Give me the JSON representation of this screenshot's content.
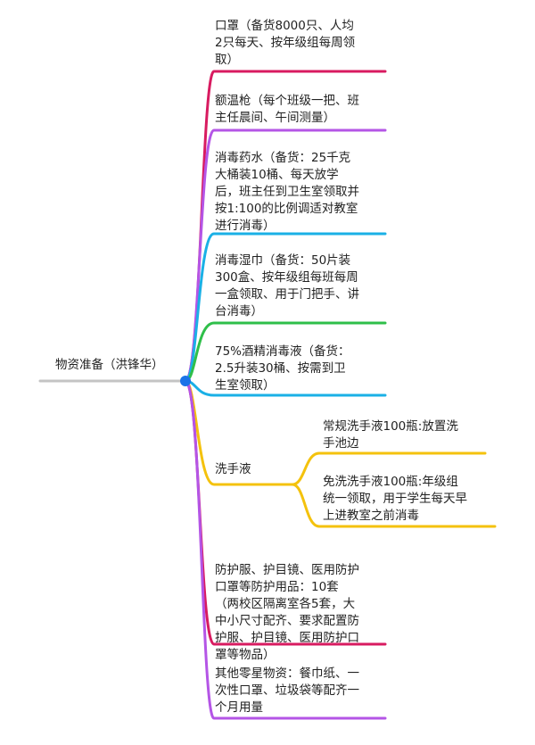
{
  "root": {
    "label": "物资准备（洪锋华）"
  },
  "branches": [
    {
      "label": "口罩（备货8000只、人均\n2只每天、按年级组每周领\n取）",
      "color": "#d81b60"
    },
    {
      "label": "额温枪（每个班级一把、班\n主任晨间、午间测量）",
      "color": "#b455e6"
    },
    {
      "label": "消毒药水（备货：25千克\n大桶装10桶、每天放学\n后，班主任到卫生室领取并\n按1:100的比例调适对教室\n进行消毒）",
      "color": "#1ab0e6"
    },
    {
      "label": "消毒湿巾（备货：50片装\n300盒、按年级组每班每周\n一盒领取、用于门把手、讲\n台消毒）",
      "color": "#2fbf4a"
    },
    {
      "label": "75%酒精消毒液（备货：\n2.5升装30桶、按需到卫\n生室领取）",
      "color": "#1ab0e6"
    },
    {
      "label": "洗手液",
      "color": "#f4c20d",
      "children": [
        {
          "label": "常规洗手液100瓶:放置洗\n手池边"
        },
        {
          "label": "免洗洗手液100瓶:年级组\n统一领取，用于学生每天早\n上进教室之前消毒"
        }
      ]
    },
    {
      "label": "防护服、护目镜、医用防护\n口罩等防护用品：10套\n（两校区隔离室各5套，大\n中小尺寸配齐、要求配置防\n护服、护目镜、医用防护口\n罩等物品）",
      "color": "#d81b60"
    },
    {
      "label": "其他零星物资：餐巾纸、一\n次性口罩、垃圾袋等配齐一\n个月用量",
      "color": "#b455e6"
    }
  ],
  "colors": {
    "root_line": "#c4c4c4",
    "root_node": "#1a73e8"
  }
}
